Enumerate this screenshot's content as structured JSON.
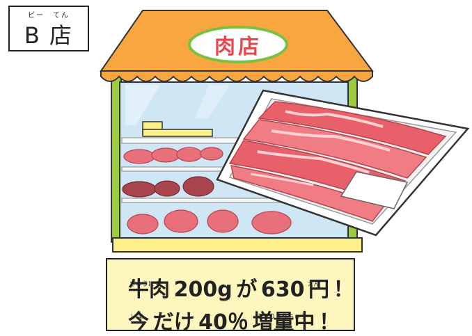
{
  "store_label": {
    "ruby": "ビー　てん",
    "name": "B 店"
  },
  "shop_sign": "肉店",
  "ad": {
    "line1": {
      "ruby_gyuuniku": "ぎゅうにく",
      "gyuuniku": "牛肉",
      "amount": "200g",
      "ga": "が",
      "price": "630",
      "ruby_en": "えん",
      "en": "円",
      "bang": "！"
    },
    "line2": {
      "ruby_ima": "いま",
      "ima": "今",
      "dake": "だけ",
      "percent": "40％",
      "ruby_zouryouchuu": "ぞうりょうちゅう",
      "zouryouchuu": "増量中",
      "bang": "！"
    }
  },
  "colors": {
    "awning": "#f8a640",
    "awning_dark": "#e58a1e",
    "sign_fill": "#ffffff",
    "sign_border": "#7ac043",
    "sign_text": "#e8464d",
    "post": "#9ccc3c",
    "window": "#cfe7f5",
    "base": "#fdf08a",
    "meat": "#e8606a",
    "price_box": "#fdf7bf"
  }
}
